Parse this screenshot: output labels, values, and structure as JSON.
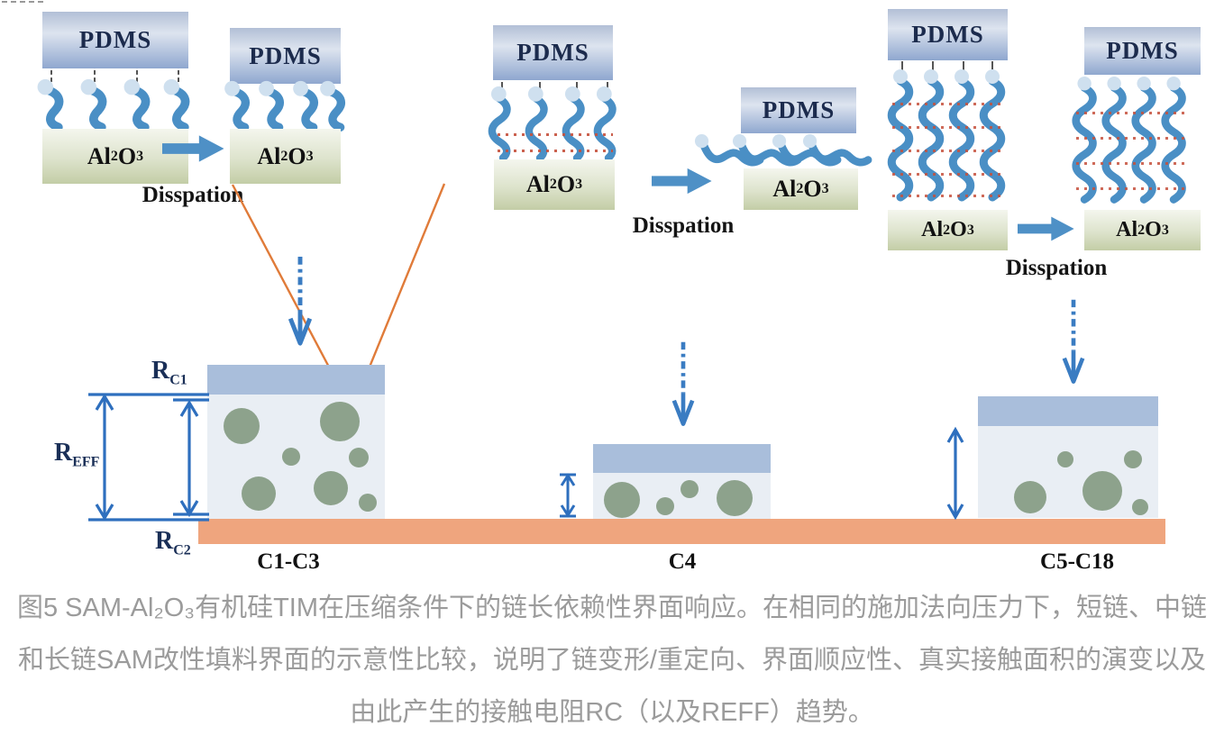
{
  "labels": {
    "pdms": "PDMS",
    "al2o3": {
      "base1": "Al",
      "sub1": "2",
      "base2": "O",
      "sub2": "3"
    },
    "dissipation": "Disspation"
  },
  "resistance": {
    "rc1": {
      "base": "R",
      "sub": "C1"
    },
    "reff": {
      "base": "R",
      "sub": "EFF"
    },
    "rc2": {
      "base": "R",
      "sub": "C2"
    }
  },
  "categories": [
    "C1-C3",
    "C4",
    "C5-C18"
  ],
  "caption": {
    "line1": "图5 SAM-Al₂O₃有机硅TIM在压缩条件下的链长依赖性界面响应。在相同的施加法向压力下，短链、中链",
    "line2": "和长链SAM改性填料界面的示意性比较，说明了链变形/重定向、界面顺应性、真实接触面积的演变以及",
    "line3": "由此产生的接触电阻RC（以及REFF）趋势。"
  },
  "colors": {
    "chain_blue": "#4a8fc5",
    "chain_head_blue": "#cfe0ef",
    "big_arrow_blue": "#4e90c6",
    "force_arrow_blue": "#3a7cc2",
    "measure_blue": "#2e6fbe",
    "pdms_band_blue": "#8fa7cf",
    "alumina_green": "#c3cda6",
    "tim_band_blue": "#a9bedb",
    "tim_body_blue": "#e9eef4",
    "filler_green": "#8da28c",
    "substrate_orange": "#efa57e",
    "magnifier_orange": "#e07b39",
    "hbond_red": "#c5503c",
    "caption_gray": "#9b9b9b"
  }
}
